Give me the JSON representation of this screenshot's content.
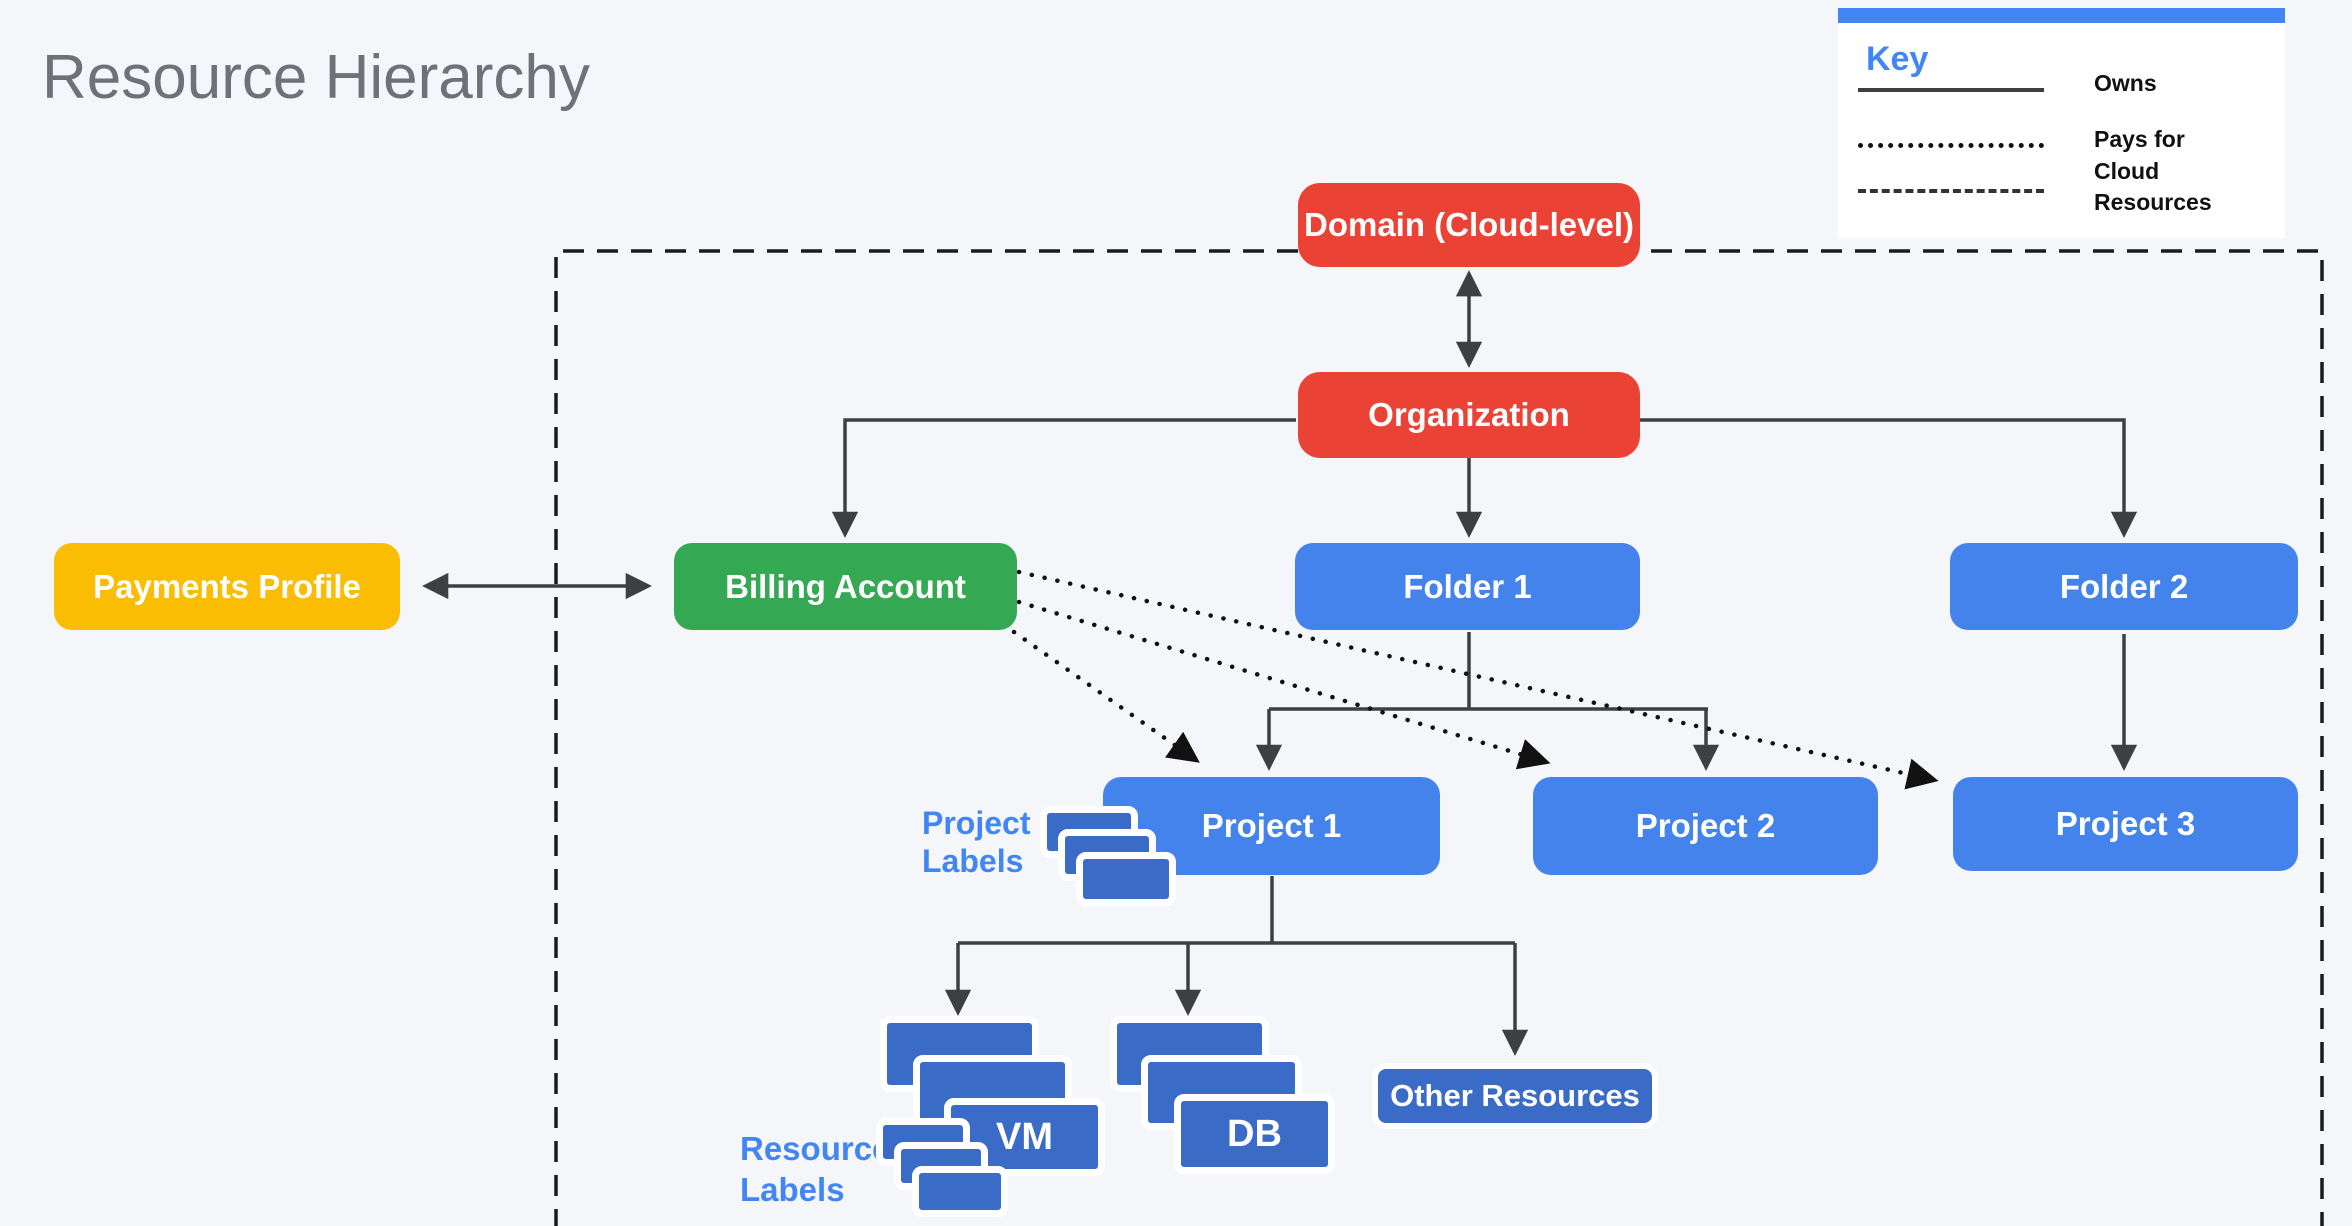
{
  "title": "Resource Hierarchy",
  "legend": {
    "title": "Key",
    "items": [
      {
        "style": "solid",
        "label": "Owns"
      },
      {
        "style": "dotted",
        "label": "Pays for"
      },
      {
        "style": "dashed",
        "label": "Cloud Resources"
      }
    ]
  },
  "nodes": {
    "domain": {
      "label": "Domain (Cloud-level)",
      "color": "#EA4335"
    },
    "organization": {
      "label": "Organization",
      "color": "#EA4335"
    },
    "payments_profile": {
      "label": "Payments Profile",
      "color": "#FBBC04"
    },
    "billing_account": {
      "label": "Billing Account",
      "color": "#34A853"
    },
    "folder1": {
      "label": "Folder 1",
      "color": "#4285F4"
    },
    "folder2": {
      "label": "Folder 2",
      "color": "#4285F4"
    },
    "project1": {
      "label": "Project 1",
      "color": "#4583EC"
    },
    "project2": {
      "label": "Project 2",
      "color": "#4583EC"
    },
    "project3": {
      "label": "Project 3",
      "color": "#4583EC"
    },
    "vm": {
      "label": "VM",
      "color": "#3A6BC6"
    },
    "db": {
      "label": "DB",
      "color": "#3A6BC6"
    },
    "other_resources": {
      "label": "Other Resources",
      "color": "#3A6BC6"
    }
  },
  "annotations": {
    "project_labels": {
      "line1": "Project",
      "line2": "Labels"
    },
    "resource_labels": {
      "line1": "Resource",
      "line2": "Labels"
    }
  },
  "colors": {
    "background": "#f4f6f9",
    "connector": "#3C4043",
    "boundary": "#1a1a1a",
    "annotation_blue": "#4285F4",
    "title_gray": "#6E7276"
  }
}
